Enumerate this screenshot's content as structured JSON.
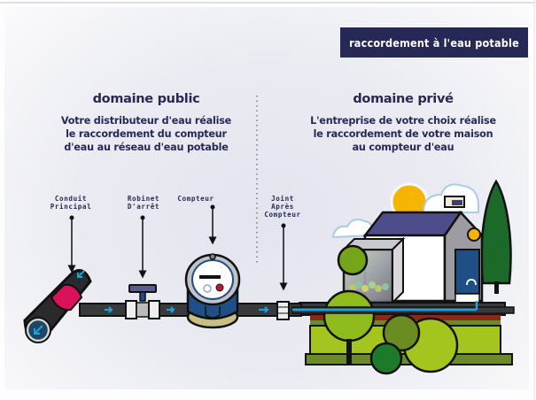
{
  "title": "raccordement à l'eau potable",
  "public": {
    "heading": "domaine public",
    "description": [
      "Votre distributeur d'eau réalise",
      "le raccordement du compteur",
      "d'eau au réseau d'eau potable"
    ]
  },
  "private": {
    "heading": "domaine privé",
    "description": [
      "L'entreprise de votre choix réalise",
      "le raccordement de votre maison",
      "au compteur d'eau"
    ]
  },
  "labels": {
    "main_pipe": [
      "Conduit",
      "Principal"
    ],
    "stop_valve": [
      "Robinet",
      "D'arrêt"
    ],
    "meter": [
      "Compteur"
    ],
    "joint": [
      "Joint",
      "Après",
      "Compteur"
    ]
  },
  "colors": {
    "navy": "#262855",
    "water_blue": "#1fa3dc",
    "pipe_black": "#2a2a2d",
    "collar_pink": "#d9125a",
    "meter_blue": "#1f4f86",
    "meter_base": "#c8bf85",
    "grass": "#a4c51e",
    "dark_grass": "#6d8a2a",
    "soil": "#8a2a14",
    "roof": "#4d4d8c",
    "sun": "#f4b400",
    "tree_dark": "#1c6a2a"
  }
}
